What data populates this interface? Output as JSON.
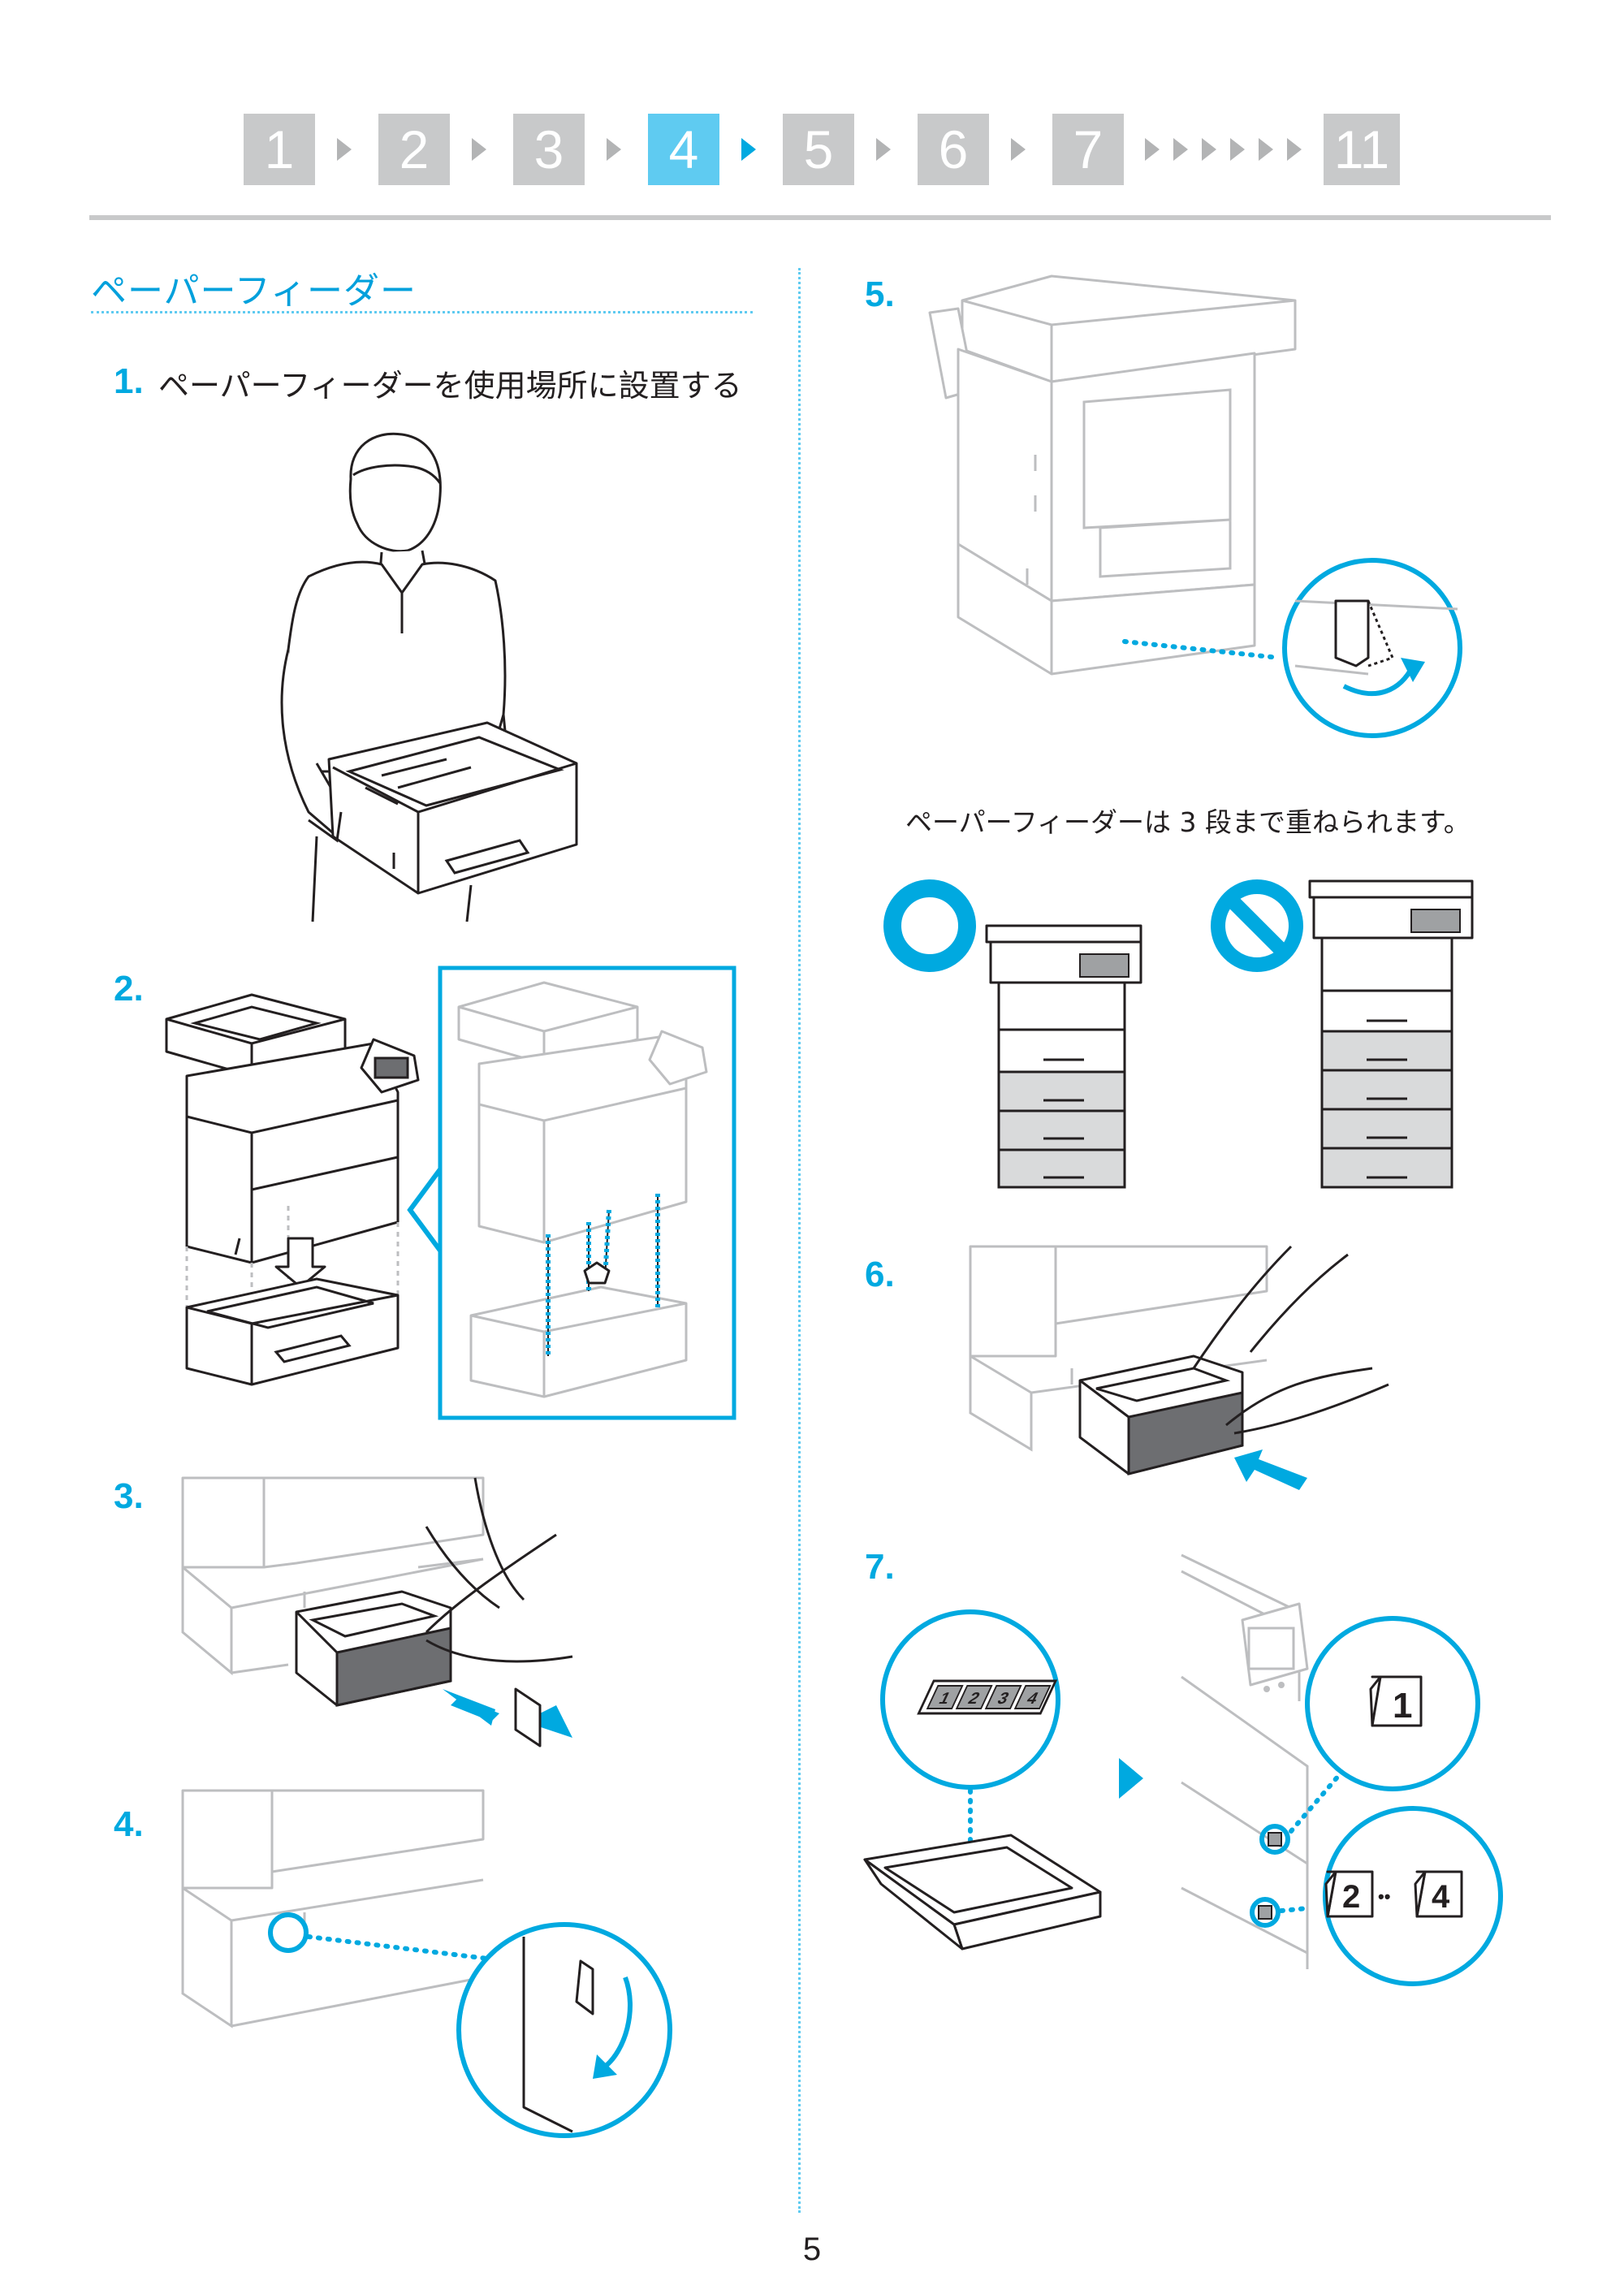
{
  "progress": {
    "steps": [
      "1",
      "2",
      "3",
      "4",
      "5",
      "6",
      "7",
      "11"
    ],
    "active_step": "4"
  },
  "section": {
    "title": "ペーパーフィーダー"
  },
  "steps": [
    {
      "number": "1.",
      "text": "ペーパーフィーダーを使用場所に設置する"
    },
    {
      "number": "2."
    },
    {
      "number": "3."
    },
    {
      "number": "4."
    },
    {
      "number": "5."
    },
    {
      "number": "6."
    },
    {
      "number": "7."
    }
  ],
  "stack_note": "ペーパーフィーダーは 3 段まで重ねられます。",
  "labels": {
    "label_sheet": [
      "1",
      "2",
      "3",
      "4"
    ],
    "cassette_1": "1",
    "cassette_2": "2",
    "cassette_4": "4",
    "ellipsis": "••"
  },
  "page_number": "5",
  "colors": {
    "accent": "#00a9e0",
    "active_step": "#5fcbf1",
    "inactive_step": "#c8c9ca"
  }
}
